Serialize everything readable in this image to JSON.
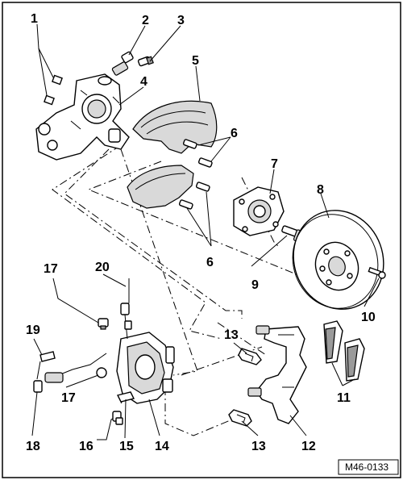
{
  "diagram": {
    "reference_code": "M46-0133",
    "callouts": [
      "1",
      "2",
      "3",
      "4",
      "5",
      "6",
      "7",
      "8",
      "9",
      "10",
      "11",
      "12",
      "13",
      "14",
      "15",
      "16",
      "17",
      "18",
      "19",
      "20"
    ]
  }
}
